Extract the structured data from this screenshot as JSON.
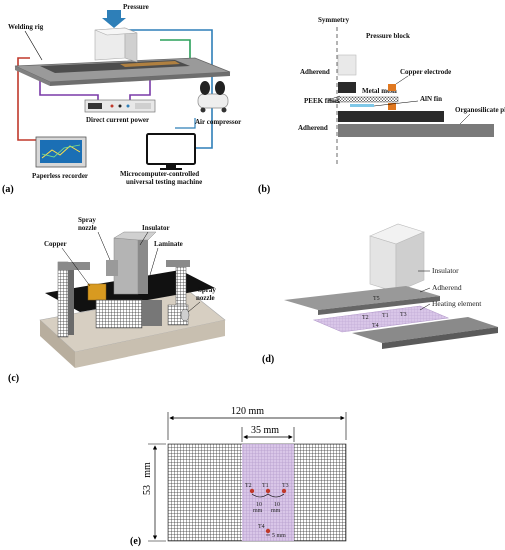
{
  "panels": {
    "a": "(a)",
    "b": "(b)",
    "c": "(c)",
    "d": "(d)",
    "e": "(e)"
  },
  "a": {
    "pressure": "Pressure",
    "welding_rig": "Welding rig",
    "dc_power": "Direct current power",
    "air_compressor": "Air compressor",
    "paperless_recorder": "Paperless recorder",
    "testing_machine_1": "Microcomputer-controlled",
    "testing_machine_2": "universal testing machine"
  },
  "b": {
    "symmetry": "Symmetry",
    "pressure_block": "Pressure block",
    "adherend_top": "Adherend",
    "metal_mesh": "Metal mesh",
    "copper_electrode": "Copper electrode",
    "peek_films": "PEEK films",
    "aln_fin": "AlN fin",
    "organosilicate_plate": "Organosilicate plate",
    "adherend_bottom": "Adherend"
  },
  "c": {
    "spray_nozzle_top": "Spray",
    "spray_nozzle_top2": "nozzle",
    "insulator": "Insulator",
    "copper": "Copper",
    "laminate": "Laminate",
    "spray_nozzle_side": "Spray",
    "spray_nozzle_side2": "nozzle"
  },
  "d": {
    "insulator": "Insulator",
    "adherend": "Adherend",
    "heating_element": "Heating element",
    "t5": "T5",
    "t2": "T2",
    "t1": "T1",
    "t3": "T3",
    "t4": "T4"
  },
  "e": {
    "width": "120 mm",
    "inner_width": "35 mm",
    "height": "53",
    "height_unit": "mm",
    "t1": "T1",
    "t2": "T2",
    "t3": "T3",
    "t4": "T4",
    "gap1": "10",
    "gap1_unit": "mm",
    "gap2": "10",
    "gap2_unit": "mm",
    "gap3": "5 mm"
  }
}
